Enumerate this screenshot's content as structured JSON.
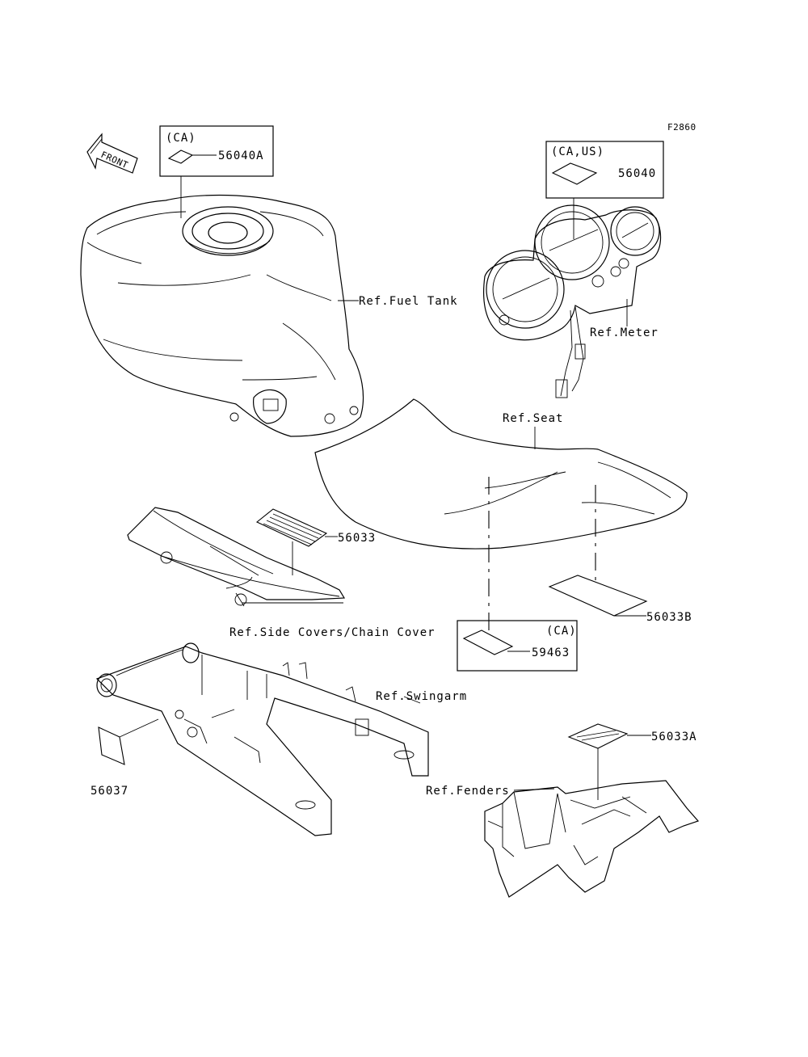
{
  "figure_code": "F2860",
  "front_arrow_label": "FRONT",
  "callouts": {
    "fuel_tank_region": "(CA)",
    "meter_region": "(CA,US)",
    "seat_region": "(CA)"
  },
  "part_numbers": {
    "p56040A": "56040A",
    "p56040": "56040",
    "p56033": "56033",
    "p56033B": "56033B",
    "p59463": "59463",
    "p56033A": "56033A",
    "p56037": "56037"
  },
  "references": {
    "fuel_tank": "Ref.Fuel Tank",
    "meter": "Ref.Meter",
    "seat": "Ref.Seat",
    "side_covers": "Ref.Side Covers/Chain Cover",
    "swingarm": "Ref.Swingarm",
    "fenders": "Ref.Fenders"
  }
}
